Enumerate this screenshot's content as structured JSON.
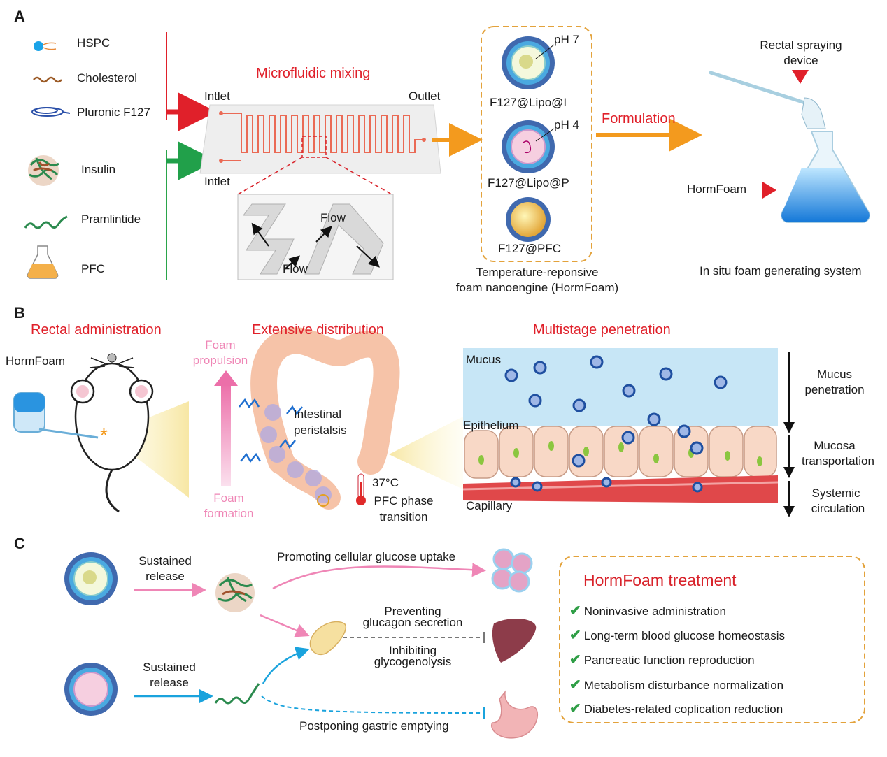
{
  "panels": {
    "a": "A",
    "b": "B",
    "c": "C"
  },
  "legend": {
    "hspc": "HSPC",
    "cholesterol": "Cholesterol",
    "pluronic": "Pluronic F127",
    "insulin": "Insulin",
    "pramlintide": "Pramlintide",
    "pfc": "PFC"
  },
  "panel_a": {
    "mixing_title": "Microfluidic mixing",
    "inlet_top": "Intlet",
    "inlet_bottom": "Intlet",
    "outlet": "Outlet",
    "flow_1": "Flow",
    "flow_2": "Flow",
    "ph7": "pH 7",
    "ph4": "pH 4",
    "lipo_i": "F127@Lipo@I",
    "lipo_p": "F127@Lipo@P",
    "pfc_particle": "F127@PFC",
    "nano_caption_1": "Temperature-reponsive",
    "nano_caption_2": "foam nanoengine (HormFoam)",
    "formulation": "Formulation",
    "device_1": "Rectal spraying",
    "device_2": "device",
    "hormfoam": "HormFoam",
    "system_caption": "In situ foam generating system"
  },
  "panel_b": {
    "rectal_title": "Rectal administration",
    "extensive_title": "Extensive distribution",
    "multistage_title": "Multistage penetration",
    "hormfoam": "HormFoam",
    "foam_prop_1": "Foam",
    "foam_prop_2": "propulsion",
    "foam_form_1": "Foam",
    "foam_form_2": "formation",
    "peristalsis_1": "Intestinal",
    "peristalsis_2": "peristalsis",
    "temp": "37°C",
    "phase_1": "PFC phase",
    "phase_2": "transition",
    "mucus": "Mucus",
    "epithelium": "Epithelium",
    "capillary": "Capillary",
    "stage_1a": "Mucus",
    "stage_1b": "penetration",
    "stage_2a": "Mucosa",
    "stage_2b": "transportation",
    "stage_3a": "Systemic",
    "stage_3b": "circulation"
  },
  "panel_c": {
    "release_top_1": "Sustained",
    "release_top_2": "release",
    "release_bot_1": "Sustained",
    "release_bot_2": "release",
    "glucose_uptake": "Promoting cellular glucose uptake",
    "glucagon_1": "Preventing",
    "glucagon_2": "glucagon secretion",
    "glyco_1": "Inhibiting",
    "glyco_2": "glycogenolysis",
    "gastric": "Postponing gastric emptying",
    "treatment_title": "HormFoam treatment",
    "treatments": [
      "Noninvasive administration",
      "Long-term blood glucose homeostasis",
      "Pancreatic function reproduction",
      "Metabolism disturbance normalization",
      "Diabetes-related coplication reduction"
    ]
  },
  "colors": {
    "red_accent": "#e0202a",
    "orange_arrow": "#f39a1e",
    "green_line": "#2aa44a",
    "pink_arrow": "#ef86b6",
    "blue_arrow": "#1aa3dd",
    "dashed_box": "#e3a23b"
  }
}
